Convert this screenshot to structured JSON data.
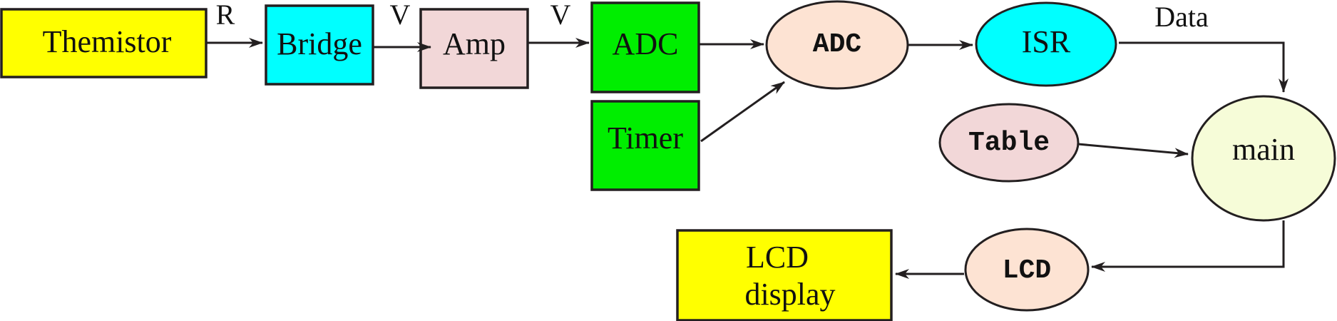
{
  "colors": {
    "yellow": "#ffff00",
    "cyan": "#00ffff",
    "pink": "#f2d7d8",
    "green": "#00ee00",
    "peach": "#fde3d3",
    "light_yellow": "#f6fcd8",
    "line": "#231f20"
  },
  "nodes": {
    "thermistor": "Themistor",
    "bridge": "Bridge",
    "amp": "Amp",
    "adc_hw": "ADC",
    "timer": "Timer",
    "adc_sw": "ADC",
    "isr": "ISR",
    "table": "Table",
    "main": "main",
    "lcd_sw": "LCD",
    "lcd_display_line1": "LCD",
    "lcd_display_line2": "display"
  },
  "edge_labels": {
    "r": "R",
    "v1": "V",
    "v2": "V",
    "data": "Data"
  }
}
